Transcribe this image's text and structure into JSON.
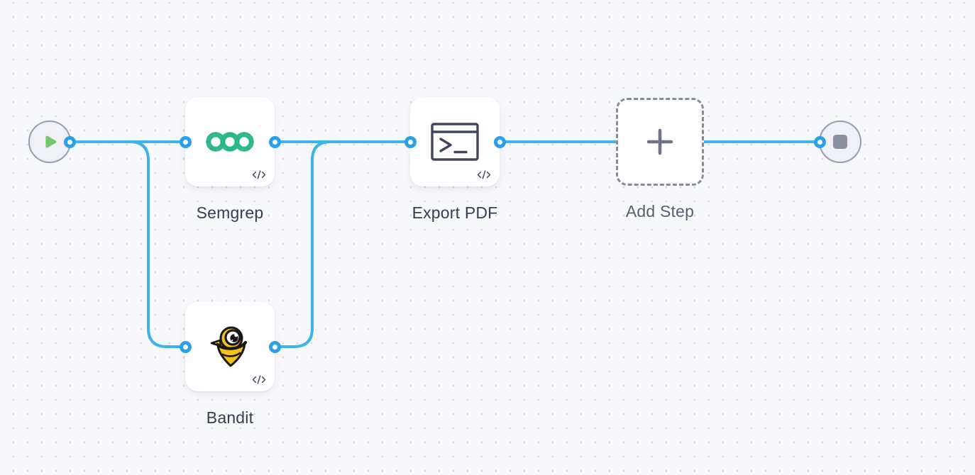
{
  "canvas": {
    "background_color": "#f7f8fc",
    "dot_grid_color": "#d2d3dd",
    "connection_color": "#3eb2ec",
    "port_ring_color": "#2aa0e8"
  },
  "nodes": {
    "start": {
      "icon": "play-icon",
      "play_color": "#6fc96a"
    },
    "semgrep": {
      "label": "Semgrep",
      "icon": "semgrep-logo-icon",
      "badge": "code-icon",
      "brand_color": "#2eb888"
    },
    "bandit": {
      "label": "Bandit",
      "icon": "bandit-logo-icon",
      "badge": "code-icon",
      "brand_color": "#f2c21c"
    },
    "export_pdf": {
      "label": "Export PDF",
      "icon": "terminal-icon",
      "badge": "code-icon",
      "icon_color": "#41465a"
    },
    "add_step": {
      "label": "Add Step",
      "icon": "plus-icon",
      "border_style": "dashed",
      "plus_color": "#6f7388"
    },
    "end": {
      "icon": "stop-icon",
      "stop_color": "#8b8fa2"
    }
  },
  "connections": [
    {
      "from": "start",
      "to": "semgrep"
    },
    {
      "from": "start",
      "to": "bandit"
    },
    {
      "from": "semgrep",
      "to": "export_pdf"
    },
    {
      "from": "bandit",
      "to": "export_pdf"
    },
    {
      "from": "export_pdf",
      "to": "add_step"
    },
    {
      "from": "add_step",
      "to": "end"
    }
  ]
}
